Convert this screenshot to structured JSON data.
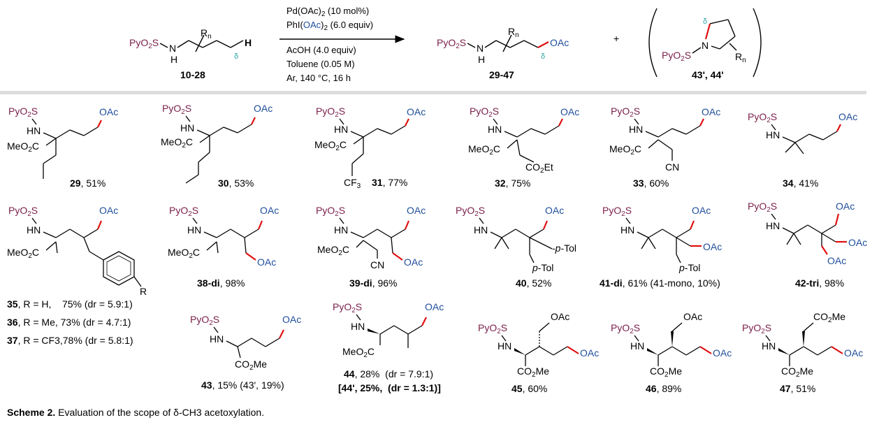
{
  "colors": {
    "text": "#000000",
    "pyo2s": "#7a1f4a",
    "oac": "#1f4e9c",
    "new_bond": "#e01010",
    "delta": "#2aa0a0",
    "divider": "#dddddd"
  },
  "header": {
    "reactant_label": "10-28",
    "conditions": [
      "Pd(OAc)2 (10 mol%)",
      "PhI(OAc)2 (6.0 equiv)",
      "AcOH (4.0 equiv)",
      "Toluene (0.05 M)",
      "Ar, 140 °C, 16 h"
    ],
    "product_label": "29-47",
    "plus": "+",
    "side_product_label": "43', 44'",
    "delta": "δ"
  },
  "entries": [
    {
      "label": "29",
      "yield": ", 51%"
    },
    {
      "label": "30",
      "yield": ", 53%"
    },
    {
      "label": "31",
      "yield": ", 77%"
    },
    {
      "label": "32",
      "yield": ", 75%"
    },
    {
      "label": "33",
      "yield": ", 60%"
    },
    {
      "label": "34",
      "yield": ", 41%"
    },
    {
      "label": "38-di",
      "yield": ", 98%"
    },
    {
      "label": "39-di",
      "yield": ", 96%"
    },
    {
      "label": "40",
      "yield": ", 52%"
    },
    {
      "label": "41-di",
      "yield": ", 61% (41-mono, 10%)"
    },
    {
      "label": "42-tri",
      "yield": ", 98%"
    },
    {
      "label": "43",
      "yield": ", 15% (43', 19%)"
    },
    {
      "label": "44",
      "yield": ", 28%  (dr = 7.9:1)"
    },
    {
      "label": "45",
      "yield": ", 60%"
    },
    {
      "label": "46",
      "yield": ", 89%"
    },
    {
      "label": "47",
      "yield": ", 51%"
    }
  ],
  "entry_44_extra": "[44', 25%,  (dr = 1.3:1)]",
  "entries_35_37": [
    {
      "label": "35",
      "text": ", R = H,    75% (dr = 5.9:1)"
    },
    {
      "label": "36",
      "text": ", R = Me, 73% (dr = 4.7:1)"
    },
    {
      "label": "37",
      "text": ", R = CF3,78% (dr = 5.8:1)"
    }
  ],
  "caption": {
    "bold": "Scheme 2.",
    "text": " Evaluation of the scope of δ-CH3 acetoxylation."
  }
}
